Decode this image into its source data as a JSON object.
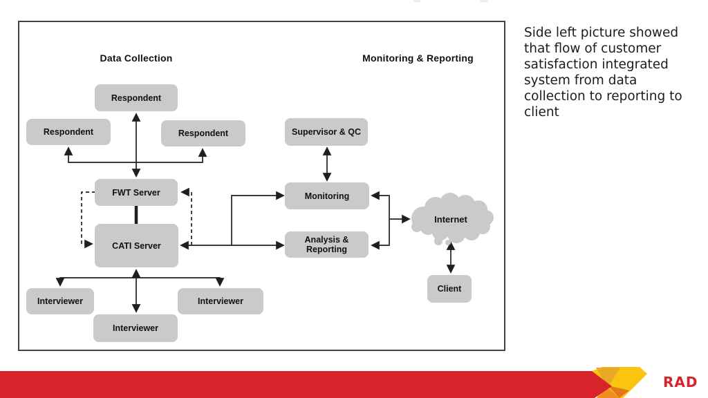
{
  "colors": {
    "accent_red": "#D8232A",
    "node_gray": "#C9CACB",
    "logo_yellow": "#FBC40F",
    "logo_gold": "#E9A825",
    "logo_orange": "#ED8E21"
  },
  "diagram": {
    "heading_left": "Data Collection",
    "heading_right": "Monitoring & Reporting",
    "nodes": {
      "respondent_top": "Respondent",
      "respondent_left": "Respondent",
      "respondent_right": "Respondent",
      "fwt_server": "FWT Server",
      "cati_server": "CATI Server",
      "interviewer_left": "Interviewer",
      "interviewer_mid": "Interviewer",
      "interviewer_right": "Interviewer",
      "supervisor_qc": "Supervisor & QC",
      "monitoring": "Monitoring",
      "analysis_reporting": "Analysis & Reporting",
      "internet": "Internet",
      "client": "Client"
    }
  },
  "side_note": "Side left picture showed\nthat flow of customer\nsatisfaction integrated\nsystem from data\ncollection to reporting to\nclient",
  "footer": {
    "logo_text": "RAD"
  }
}
